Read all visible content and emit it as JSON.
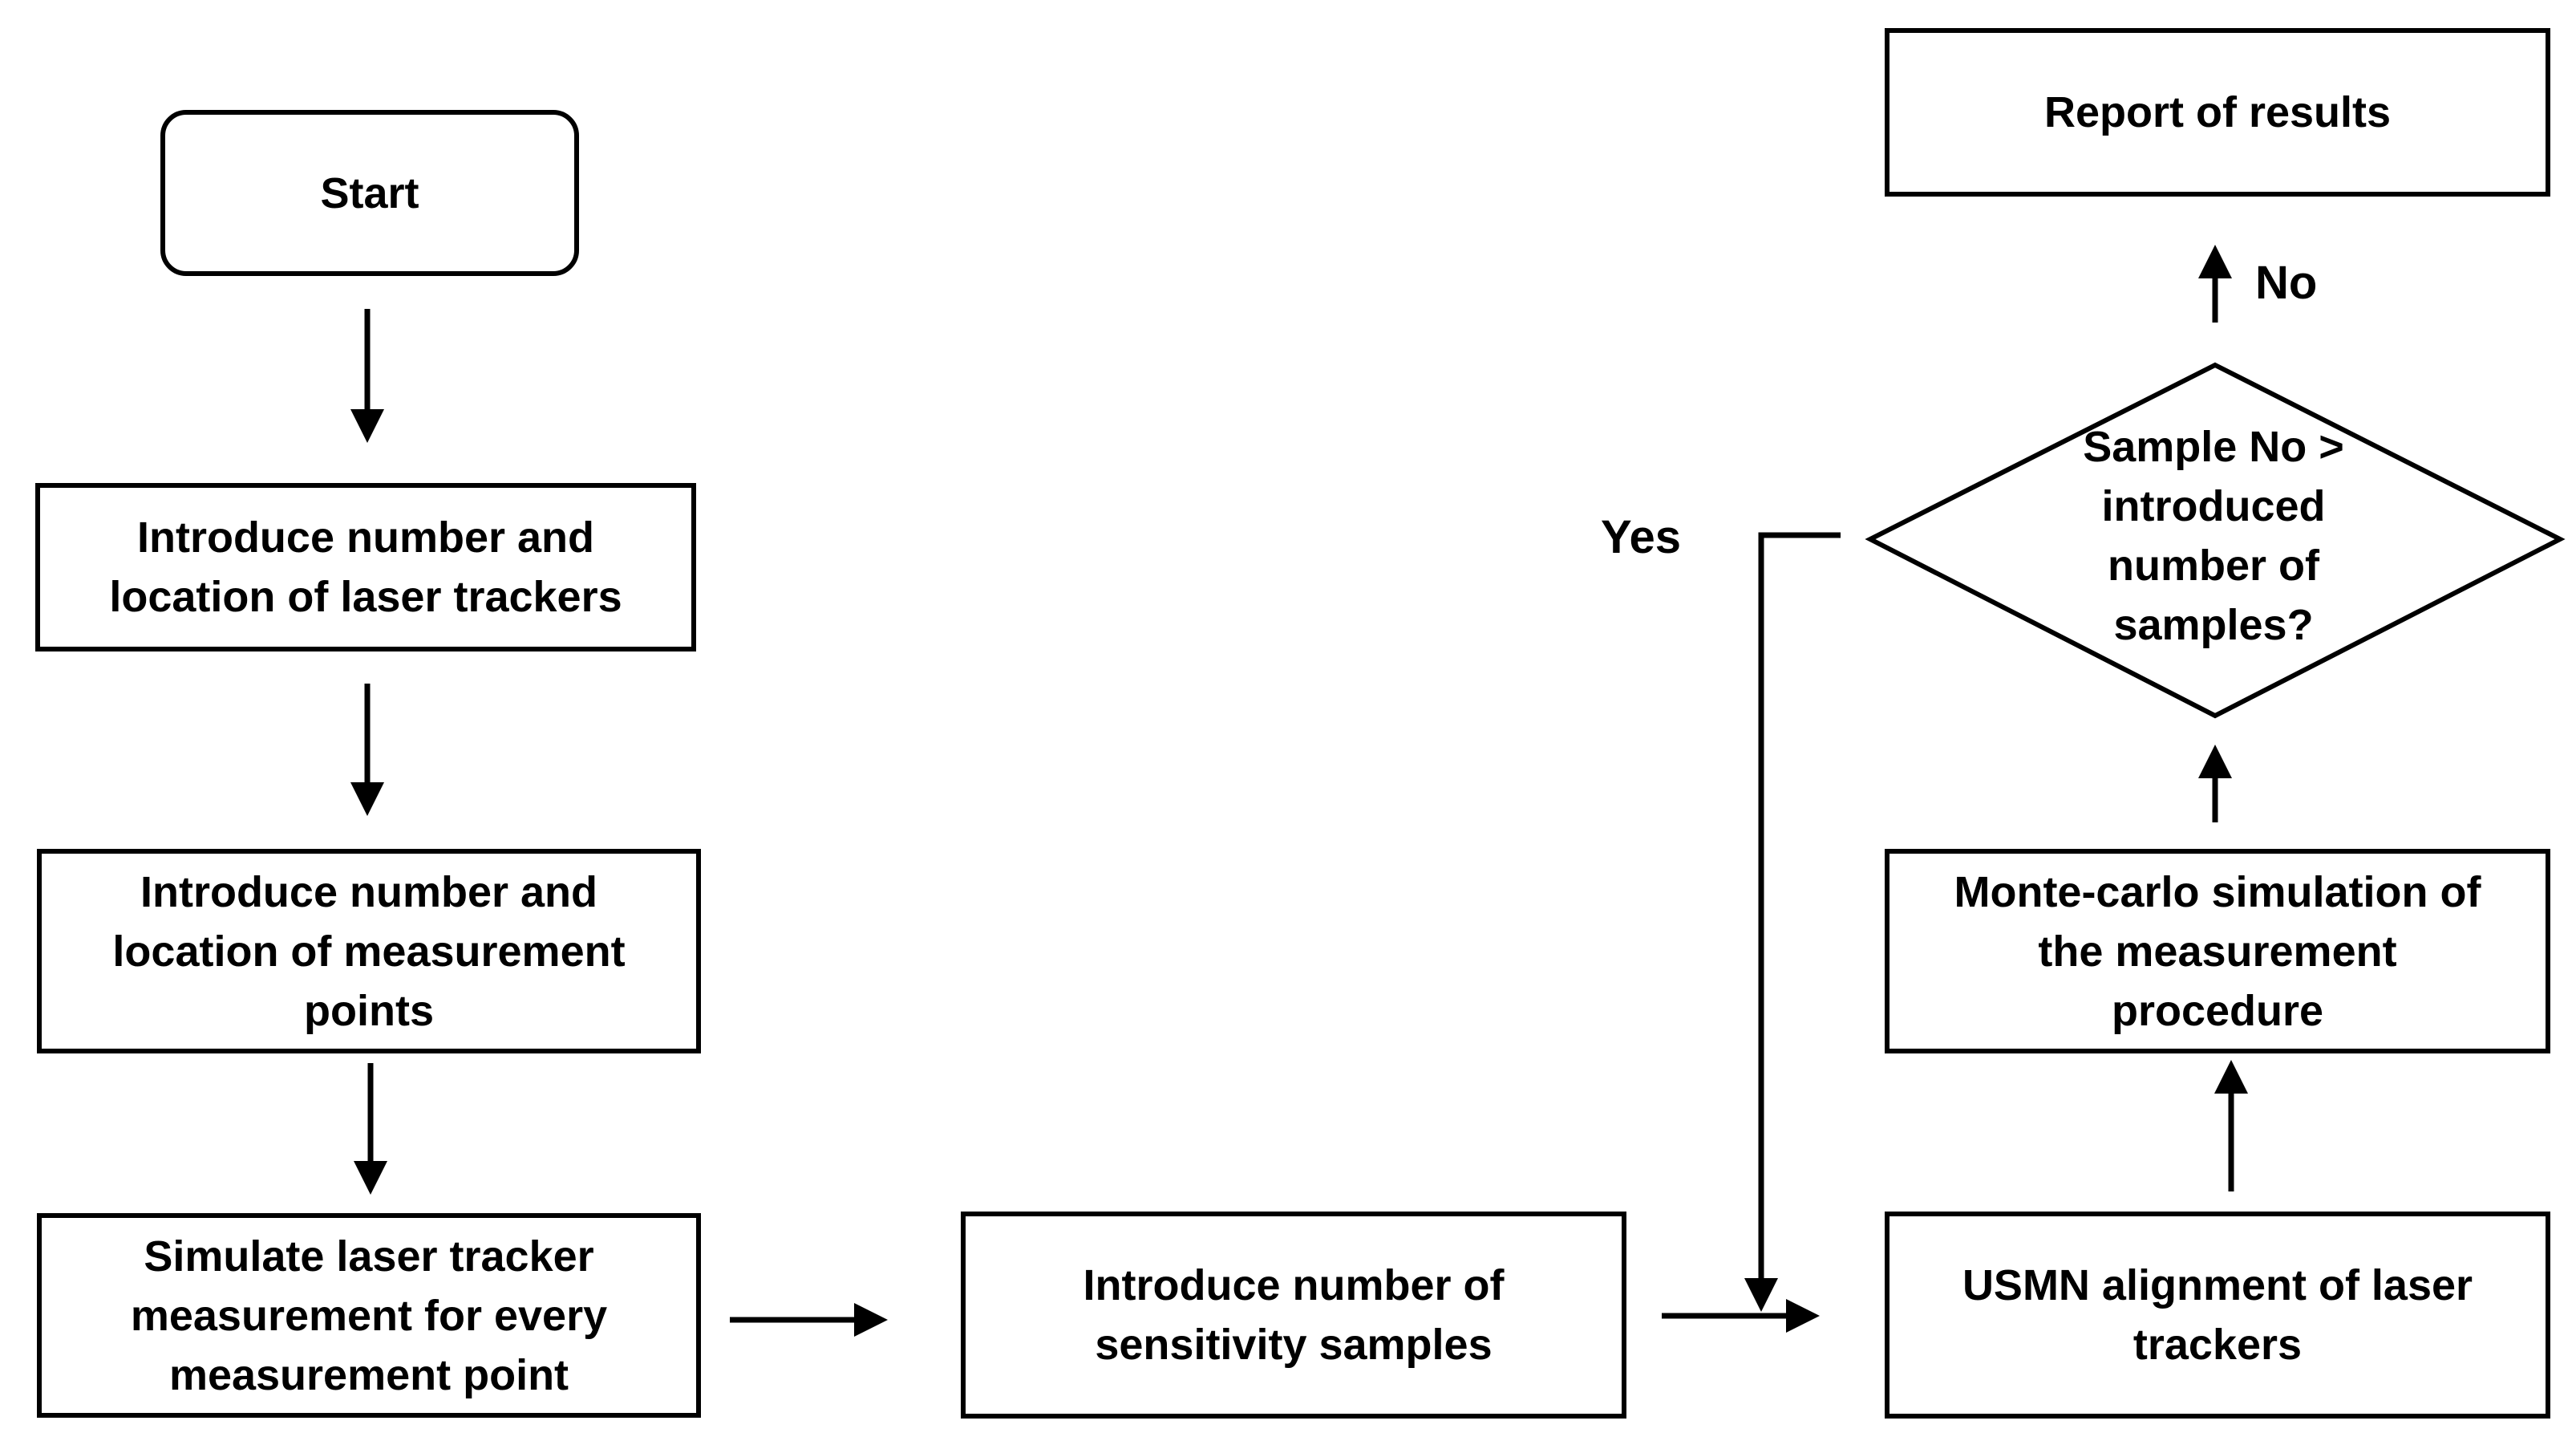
{
  "nodes": {
    "start": "Start",
    "laser_trackers": "Introduce number and\nlocation of laser trackers",
    "measurement_points": "Introduce number and\nlocation of measurement\npoints",
    "simulate": "Simulate laser tracker\nmeasurement for every\nmeasurement point",
    "sensitivity": "Introduce number of\nsensitivity samples",
    "usmn": "USMN alignment of laser\ntrackers",
    "monte_carlo": "Monte-carlo simulation of\nthe measurement\nprocedure",
    "decision": "Sample No >\nintroduced\nnumber of\nsamples?",
    "report": "Report of results"
  },
  "labels": {
    "yes": "Yes",
    "no": "No"
  },
  "colors": {
    "stroke": "#000000",
    "background": "#ffffff"
  }
}
